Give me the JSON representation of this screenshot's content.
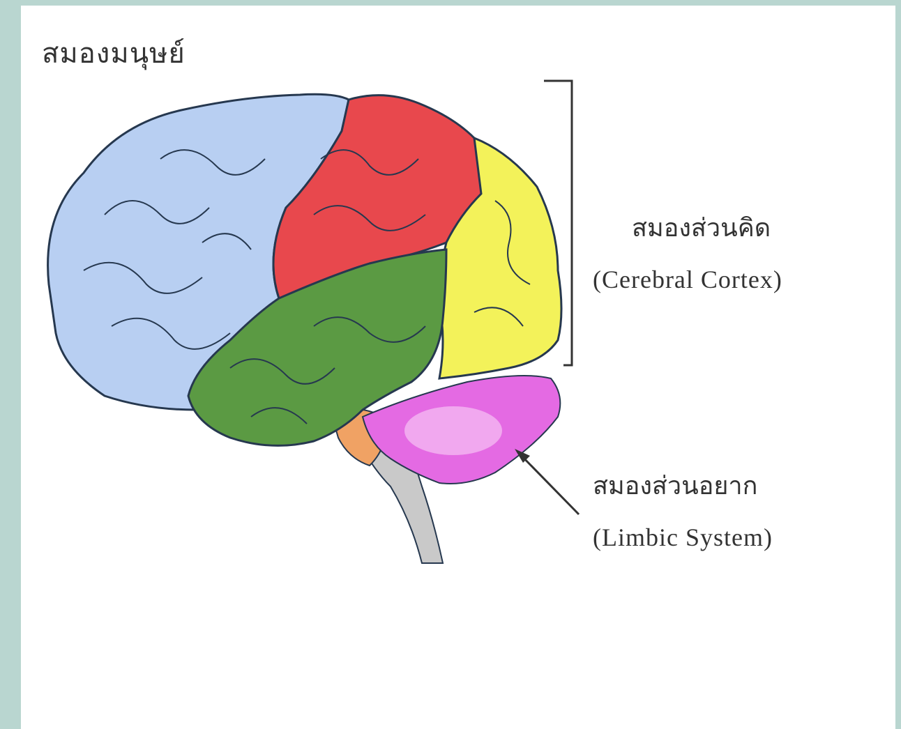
{
  "title": "สมองมนุษย์",
  "labels": {
    "cortex_th": "สมองส่วนคิด",
    "cortex_en": "(Cerebral Cortex)",
    "limbic_th": "สมองส่วนอยาก",
    "limbic_en": "(Limbic System)"
  },
  "colors": {
    "frontal": "#b8cff2",
    "parietal": "#e8484d",
    "occipital": "#f3f25a",
    "temporal": "#5b9a43",
    "limbic": "#e46ae3",
    "brainstem": "#c9c9c9",
    "outline": "#26384f",
    "background": "#b9d6d0"
  }
}
